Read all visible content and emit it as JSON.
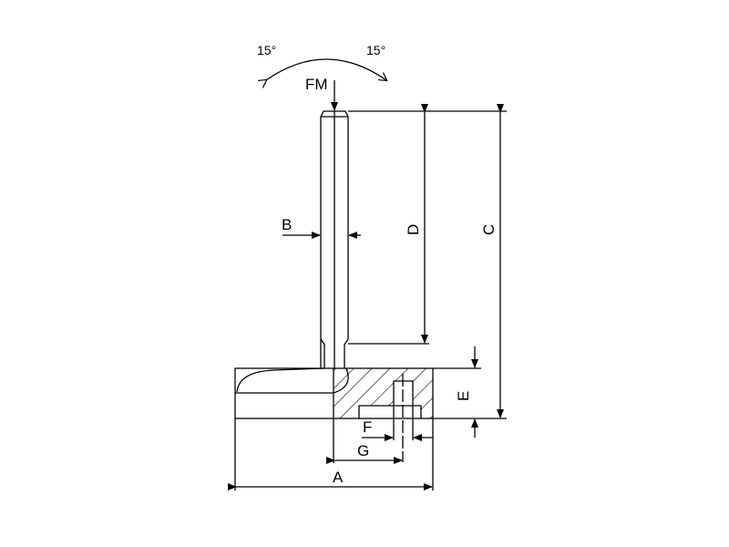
{
  "drawing": {
    "tilt_left": "15°",
    "tilt_right": "15°",
    "force_label": "FM",
    "dimensions": {
      "A": "A",
      "B": "B",
      "C": "C",
      "D": "D",
      "E": "E",
      "F": "F",
      "G": "G"
    },
    "line_color": "#000000"
  }
}
